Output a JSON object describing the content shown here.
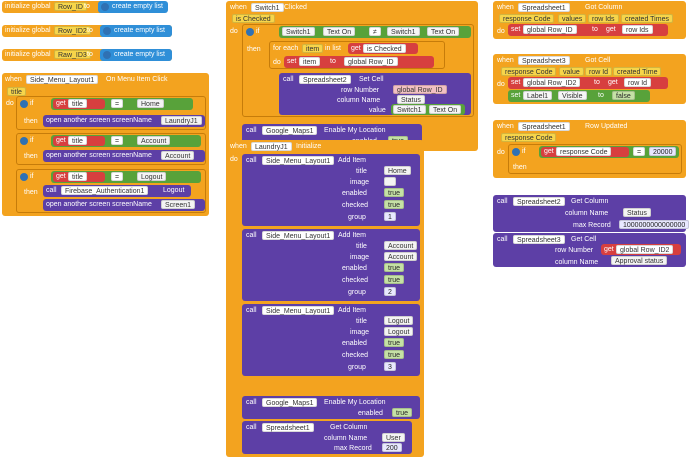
{
  "globals": [
    {
      "init": "initialize global",
      "name": "Row_ID",
      "to": "to",
      "value": "create empty list"
    },
    {
      "init": "initialize global",
      "name": "Row_ID2",
      "to": "to",
      "value": "create empty list"
    },
    {
      "init": "initialize global",
      "name": "Raw_ID3",
      "to": "to",
      "value": "create empty list"
    }
  ],
  "side_menu": {
    "when": "when",
    "component": "Side_Menu_Layout1",
    "event": "On Menu Item Click",
    "param": "title",
    "do": "do",
    "if": "if",
    "then": "then",
    "get": "get",
    "title_var": "title",
    "eq": "=",
    "branches": [
      {
        "value": "Home",
        "action": "open another screen screenName",
        "screen": "LaundryJ1"
      },
      {
        "value": "Account",
        "action": "open another screen screenName",
        "screen": "Account"
      },
      {
        "value": "Logout",
        "call": "call",
        "firebase": "Firebase_Authentication1",
        "logout": "Logout",
        "action": "open another screen screenName",
        "screen": "Screen1"
      }
    ]
  },
  "switch_click": {
    "when": "when",
    "component": "Switch1",
    "event": "Clicked",
    "param": "is Checked",
    "do": "do",
    "if": "if",
    "then": "then",
    "neq": "≠",
    "lhs": "Switch1",
    "lhs_prop": "Text On",
    "rhs": "Switch1",
    "rhs_prop": "Text On",
    "foreach": "for each",
    "item": "item",
    "in_list": "in list",
    "get": "get",
    "is_checked": "is Checked",
    "do_inner": "do",
    "set": "set",
    "item_var": "item",
    "to": "to",
    "global_row": "global Row_ID",
    "call": "call",
    "sheet": "Spreadsheet2",
    "set_cell": "Set Cell",
    "row_label": "row Number",
    "row_value": "global Row_ID",
    "col_label": "column Name",
    "col_value": "Status",
    "val_label": "value",
    "val_comp": "Switch1",
    "val_prop": "Text On",
    "maps_call": "call",
    "maps": "Google_Maps1",
    "maps_action": "Enable My Location",
    "enabled_label": "enabled",
    "enabled_value": "true"
  },
  "laundry_init": {
    "when": "when",
    "component": "LaundryJ1",
    "event": "Initialize",
    "do": "do",
    "add_items": [
      {
        "call": "call",
        "comp": "Side_Menu_Layout1",
        "action": "Add Item",
        "title": "Home",
        "image": "",
        "enabled": "true",
        "checked": "true",
        "group": "1"
      },
      {
        "call": "call",
        "comp": "Side_Menu_Layout1",
        "action": "Add Item",
        "title": "Account",
        "image": "Account",
        "enabled": "true",
        "checked": "true",
        "group": "2"
      },
      {
        "call": "call",
        "comp": "Side_Menu_Layout1",
        "action": "Add Item",
        "title": "Logout",
        "image": "Logout",
        "enabled": "true",
        "checked": "true",
        "group": "3"
      }
    ],
    "labels": {
      "title": "title",
      "image": "image",
      "enabled": "enabled",
      "checked": "checked",
      "group": "group"
    },
    "maps_call": "call",
    "maps": "Google_Maps1",
    "maps_action": "Enable My Location",
    "enabled_label": "enabled",
    "enabled_value": "true",
    "sheet_call": "call",
    "sheet": "Spreadsheet1",
    "sheet_action": "Get Column",
    "col_label": "column Name",
    "col_value": "User",
    "max_label": "max Record",
    "max_value": "200"
  },
  "sheet1_gotcol": {
    "when": "when",
    "component": "Spreadsheet1",
    "event": "Got Column",
    "params": [
      "response Code",
      "values",
      "row Ids",
      "created Times"
    ],
    "do": "do",
    "set": "set",
    "var": "global Row_ID",
    "to": "to",
    "get": "get",
    "get_var": "row Ids"
  },
  "sheet3_gotcell": {
    "when": "when",
    "component": "Spreadsheet3",
    "event": "Got Cell",
    "params": [
      "response Code",
      "value",
      "row Id",
      "created Time"
    ],
    "do": "do",
    "set1": "set",
    "var1": "global Row_ID2",
    "to1": "to",
    "get": "get",
    "get_var": "row Id",
    "set2": "set",
    "comp2": "Label1",
    "prop2": "Visible",
    "to2": "to",
    "val2": "false"
  },
  "sheet1_rowupdated": {
    "when": "when",
    "component": "Spreadsheet1",
    "event": "Row Updated",
    "param": "response Code",
    "do": "do",
    "if": "if",
    "then": "then",
    "get": "get",
    "get_var": "response Code",
    "eq": "=",
    "num": "20000"
  },
  "standalone": {
    "call1": "call",
    "sheet1": "Spreadsheet2",
    "action1": "Get Column",
    "col_label": "column Name",
    "col_value": "Status",
    "max_label": "max Record",
    "max_value": "1000000000000000",
    "call2": "call",
    "sheet2": "Spreadsheet3",
    "action2": "Get Cell",
    "row_label": "row Number",
    "get": "get",
    "row_value": "global Row_ID2",
    "col2_label": "column Name",
    "col2_value": "Approval status"
  }
}
